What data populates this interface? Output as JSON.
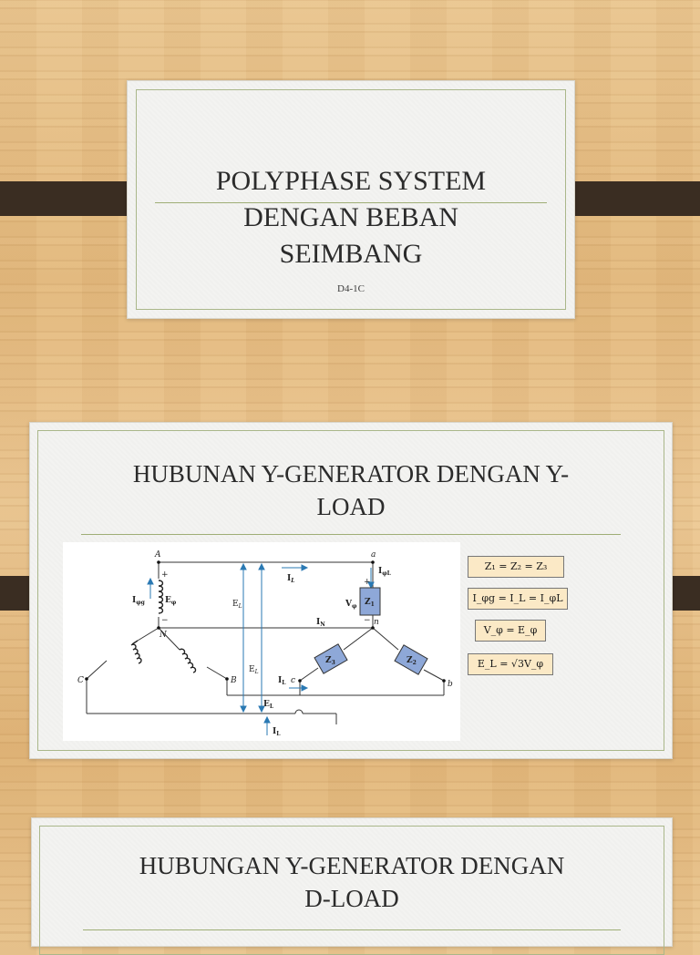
{
  "slide1": {
    "title_lines": [
      "POLYPHASE SYSTEM",
      "DENGAN BEBAN",
      "SEIMBANG"
    ],
    "subtitle": "D4-1C"
  },
  "slide2": {
    "title_lines": [
      "HUBUNAN Y-GENERATOR DENGAN Y-",
      "LOAD"
    ],
    "diagram": {
      "node_A": "A",
      "node_a": "a",
      "node_N": "N",
      "node_n": "n",
      "node_B": "B",
      "node_b": "b",
      "node_C": "C",
      "node_c": "c",
      "IL_top": "I",
      "IL_top_sub": "L",
      "IphiL_a": "I",
      "IphiL_a_sub": "φL",
      "Iphig_A": "I",
      "Iphig_A_sub": "φg",
      "Ephi_A": "E",
      "Ephi_A_sub": "φ",
      "EL_left": "E",
      "EL_left_sub": "L",
      "EL_mid": "E",
      "EL_mid_sub": "L",
      "Vphi_a": "V",
      "Vphi_a_sub": "φ",
      "Z1": "Z",
      "Z1_sub": "1",
      "Z2": "Z",
      "Z2_sub": "2",
      "Z3": "Z",
      "Z3_sub": "3",
      "IN": "I",
      "IN_sub": "N",
      "EL_bottom": "E",
      "EL_bottom_sub": "L",
      "IL_bottom": "I",
      "IL_bottom_sub": "L",
      "IL_c": "I",
      "IL_c_sub": "L",
      "plus": "+",
      "minus": "−"
    },
    "equations": [
      "Z₁ = Z₂ = Z₃",
      "I_φg = I_L = I_φL",
      "V_φ = E_φ",
      "E_L = √3V_φ"
    ]
  },
  "slide3": {
    "title_lines": [
      "HUBUNGAN Y-GENERATOR DENGAN",
      "D-LOAD"
    ]
  }
}
